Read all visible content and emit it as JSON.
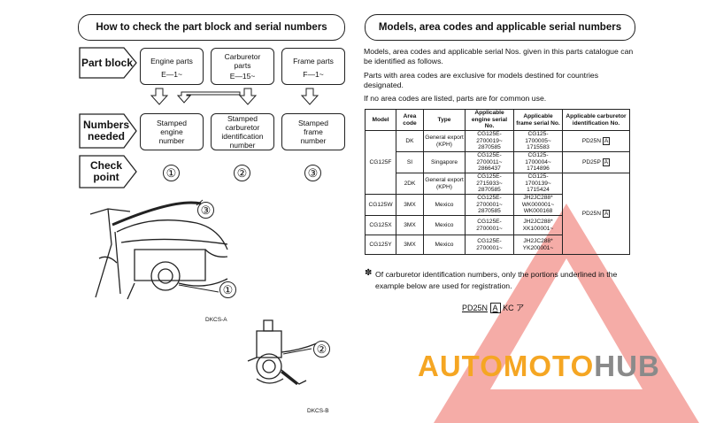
{
  "left": {
    "title": "How to check the part block and serial numbers",
    "part_block_label": "Part block",
    "numbers_needed_label": "Numbers needed",
    "check_point_label": "Check point",
    "columns": [
      {
        "part": "Engine parts",
        "code": "E—1~",
        "stamp": "Stamped engine number",
        "check": "①"
      },
      {
        "part": "Carburetor parts",
        "code": "E—15~",
        "stamp": "Stamped carburetor identification number",
        "check": "②"
      },
      {
        "part": "Frame parts",
        "code": "F—1~",
        "stamp": "Stamped frame number",
        "check": "③"
      }
    ],
    "fig1_caption": "DKCS-A",
    "fig2_caption": "DKCS-B",
    "callouts": [
      "①",
      "②",
      "③"
    ]
  },
  "right": {
    "title": "Models, area codes and applicable serial numbers",
    "para1": "Models, area codes and applicable serial Nos. given in this parts catalogue can be identified as follows.",
    "para2": "Parts with area codes are exclusive for models destined for countries designated.",
    "para3": "If no area codes are listed, parts are for common use.",
    "table": {
      "headers": [
        "Model",
        "Area code",
        "Type",
        "Applicable engine serial No.",
        "Applicable frame serial No.",
        "Applicable carburetor identification No."
      ],
      "rows": [
        {
          "model": "",
          "area": "DK",
          "type": "General export (KPH)",
          "engine": "CG125E- 2700019~ 2870585",
          "frame": "CG125- 1700005~ 1715583",
          "carb": "PD25N"
        },
        {
          "model": "CG125F",
          "area": "SI",
          "type": "Singapore",
          "engine": "CG125E- 2700011~ 2866437",
          "frame": "CG125- 1700004~ 1714896",
          "carb": "PD25P"
        },
        {
          "model": "",
          "area": "2DK",
          "type": "General export (KPH)",
          "engine": "CG125E- 2715933~ 2870585",
          "frame": "CG125- 1700139~ 1715424",
          "carb": ""
        },
        {
          "model": "CG125W",
          "area": "3MX",
          "type": "Mexico",
          "engine": "CG125E- 2700001~ 2870585",
          "frame": "JH2JC288* WK000001~ WK000168",
          "carb": "PD25N"
        },
        {
          "model": "CG125X",
          "area": "3MX",
          "type": "Mexico",
          "engine": "CG125E- 2700001~",
          "frame": "JH2JC288* XK100001~",
          "carb": ""
        },
        {
          "model": "CG125Y",
          "area": "3MX",
          "type": "Mexico",
          "engine": "CG125E- 2700001~",
          "frame": "JH2JC288* YK200001~",
          "carb": ""
        }
      ]
    },
    "note_mark": "✽",
    "note": "Of carburetor identification numbers, only the portions underlined in the example below are used for registration.",
    "example_code": "PD25N",
    "example_suffix": "KC ア"
  },
  "watermark": {
    "text_auto": "AUTOMOTO",
    "text_hub": "HUB",
    "color_orange": "#f5a623",
    "color_red": "#e8483b",
    "color_grey": "#8a8a8a"
  }
}
